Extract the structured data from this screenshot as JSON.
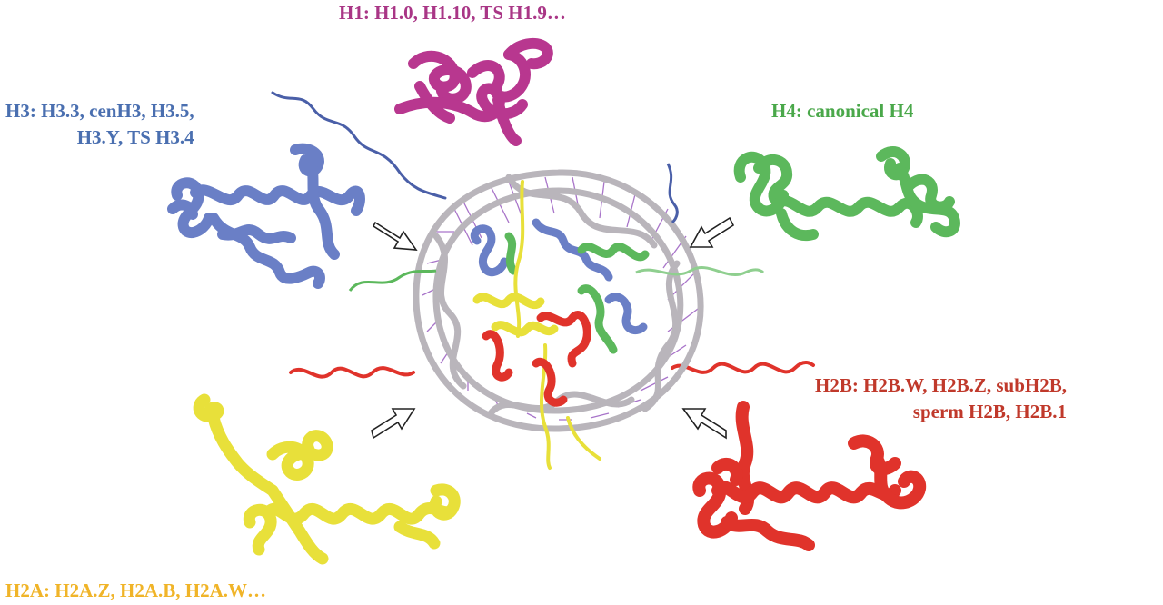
{
  "labels": {
    "h1": {
      "line1": "H1: H1.0, H1.10, TS H1.9…",
      "color": "#a93686"
    },
    "h3": {
      "line1": "H3: H3.3, cenH3, H3.5,",
      "line2": "H3.Y, TS H3.4",
      "color": "#4a6fb0"
    },
    "h4": {
      "line1": "H4: canonical H4",
      "color": "#4aa84a"
    },
    "h2b": {
      "line1": "H2B: H2B.W, H2B.Z, subH2B,",
      "line2": "sperm H2B, H2B.1",
      "color": "#c0392b"
    },
    "h2a": {
      "line1": "H2A: H2A.Z, H2A.B, H2A.W…",
      "color": "#f0b428"
    }
  },
  "colors": {
    "h1": "#b8378f",
    "h3": "#6a7fc6",
    "h4": "#5cb85c",
    "h2b": "#e0332b",
    "h2a": "#e8e03a",
    "dna_backbone": "#b9b5bb",
    "dna_bases": "#9a5cc0"
  }
}
